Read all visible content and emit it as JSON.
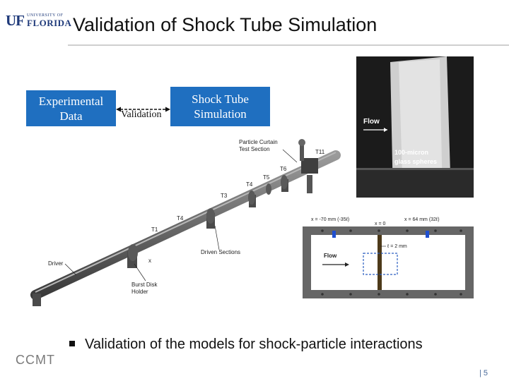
{
  "header": {
    "logo": {
      "uf": "UF",
      "university_of": "UNIVERSITY OF",
      "florida": "FLORIDA"
    },
    "title": "Validation of Shock Tube Simulation"
  },
  "flow": {
    "experimental_line1": "Experimental",
    "experimental_line2": "Data",
    "validation_label": "Validation",
    "simulation_line1": "Shock Tube",
    "simulation_line2": "Simulation"
  },
  "tube_labels": {
    "particle_curtain": "Particle Curtain",
    "test_section": "Test Section",
    "t11": "T11",
    "t6": "T6",
    "t5": "T5",
    "t4a": "T4",
    "t3": "T3",
    "t4b": "T4",
    "t1": "T1",
    "driver": "Driver",
    "driven_sections": "Driven Sections",
    "x_axis": "x",
    "burst_disk": "Burst Disk",
    "holder": "Holder"
  },
  "curtain_photo": {
    "flow": "Flow",
    "spheres_line1": "100-micron",
    "spheres_line2": "glass spheres"
  },
  "test_diagram": {
    "x_left": "x = -70 mm (-35ℓ)",
    "x_zero": "x = 0",
    "x_right": "x = 64 mm (32ℓ)",
    "thickness": "ℓ = 2 mm",
    "flow": "Flow"
  },
  "bullet": "Validation of the models for shock-particle interactions",
  "footer": {
    "ccmt": "CCMT",
    "page": "| 5"
  },
  "colors": {
    "box_blue": "#1f6fc0",
    "uf_blue": "#1f3a7a"
  }
}
